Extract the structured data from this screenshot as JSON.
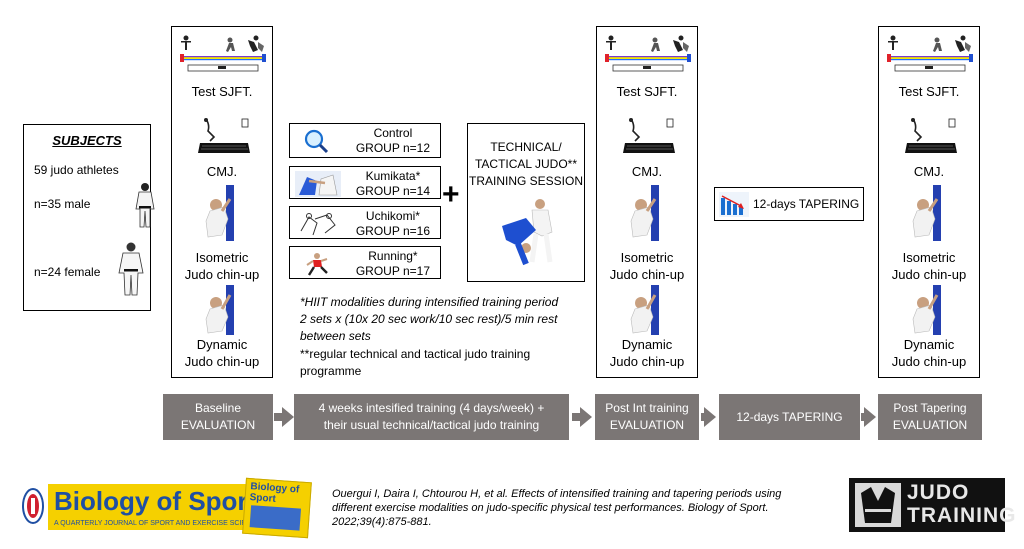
{
  "subjects": {
    "title": "SUBJECTS",
    "count": "59 judo athletes",
    "male": "n=35 male",
    "female": "n=24 female"
  },
  "tests": {
    "sjft": "Test SJFT.",
    "cmj": "CMJ.",
    "isometric_1": "Isometric",
    "isometric_2": "Judo chin-up",
    "dynamic_1": "Dynamic",
    "dynamic_2": "Judo chin-up"
  },
  "groups": [
    {
      "name": "Control",
      "group": "GROUP n=12",
      "icon": "magnifier-icon"
    },
    {
      "name": "Kumikata*",
      "group": "GROUP n=14",
      "icon": "judo-grip-icon"
    },
    {
      "name": "Uchikomi*",
      "group": "GROUP n=16",
      "icon": "judo-throw-sketch-icon"
    },
    {
      "name": "Running*",
      "group": "GROUP n=17",
      "icon": "runner-icon"
    }
  ],
  "plus": "+",
  "session": {
    "line1": "TECHNICAL/",
    "line2": "TACTICAL JUDO**",
    "line3": "TRAINING SESSION"
  },
  "notes": {
    "n1": "*HIIT modalities during intensified training period",
    "n2": "2 sets x (10x 20 sec work/10 sec rest)/5 min rest",
    "n3": "between sets",
    "n4": "**regular technical and tactical judo training",
    "n5": "programme"
  },
  "tapering_label": "12-days TAPERING",
  "timeline": [
    {
      "l1": "Baseline",
      "l2": "EVALUATION"
    },
    {
      "l1": "4 weeks intesified training (4 days/week) +",
      "l2": "their usual technical/tactical judo training"
    },
    {
      "l1": "Post Int training",
      "l2": "EVALUATION"
    },
    {
      "l1": "12-days TAPERING",
      "l2": ""
    },
    {
      "l1": "Post Tapering",
      "l2": "EVALUATION"
    }
  ],
  "footer": {
    "journal": "Biology of Sport",
    "journal_sub": "A QUARTERLY JOURNAL OF SPORT AND EXERCISE SCIENCES",
    "cover_title": "Biology of Sport",
    "citation_1": "Ouergui I, Daira I, Chtourou H, et al. Effects of intensified training and tapering periods using",
    "citation_2": "different exercise modalities on judo-specific physical test performances. Biology of Sport.",
    "citation_3": "2022;39(4):875-881.",
    "brand_1": "JUDO",
    "brand_2": "TRAINING"
  },
  "colors": {
    "timeline_gray": "#7b7675",
    "journal_yellow": "#f5d000",
    "journal_blue": "#1f4fa3",
    "judo_blue": "#1e4fd0"
  }
}
